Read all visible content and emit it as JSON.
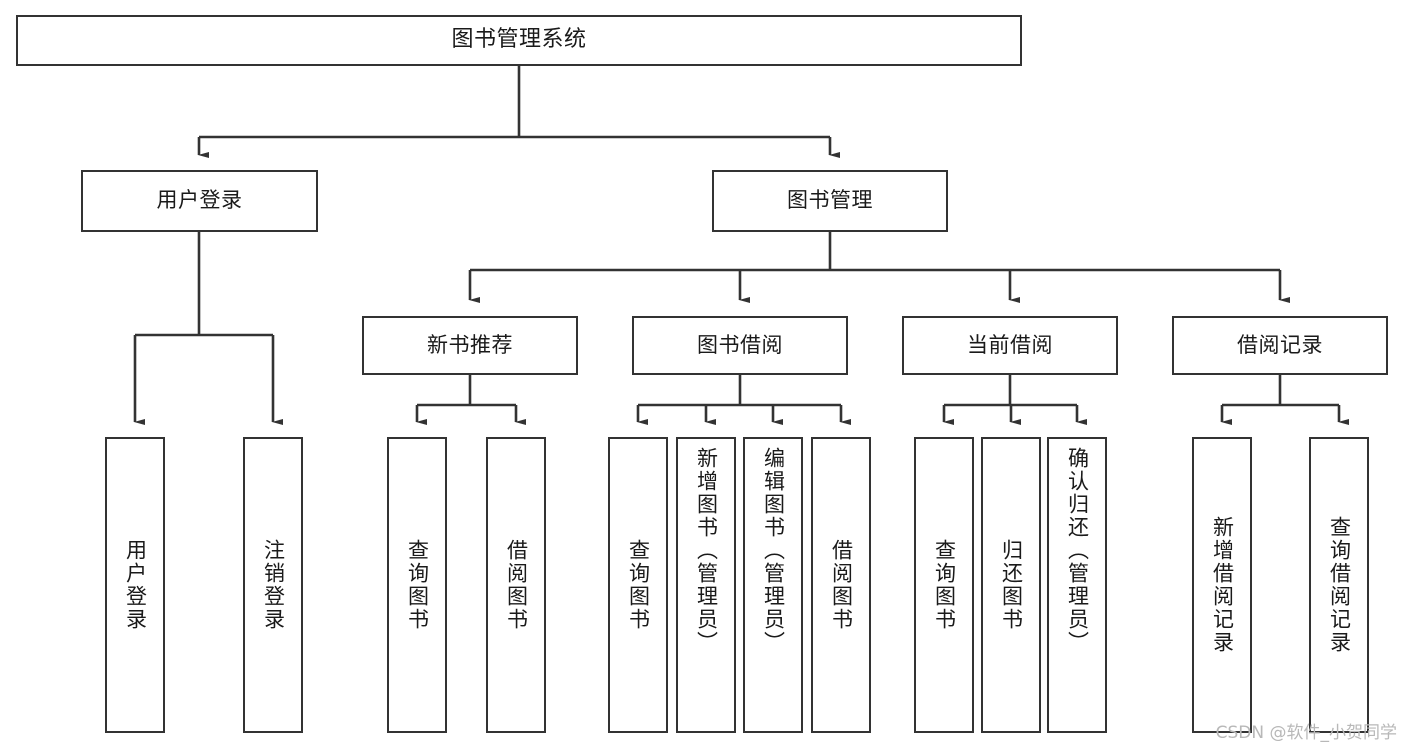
{
  "diagram": {
    "type": "tree",
    "title": "图书管理系统",
    "watermark": "CSDN @软件_小贺同学",
    "colors": {
      "box_border": "#333333",
      "box_fill": "#ffffff",
      "edge": "#333333",
      "text": "#1a1a1a",
      "watermark": "#b8b8b8"
    },
    "nodes": {
      "root": {
        "label": "图书管理系统"
      },
      "level2": [
        {
          "id": "user-login",
          "label": "用户登录"
        },
        {
          "id": "book-manage",
          "label": "图书管理"
        }
      ],
      "level3": [
        {
          "id": "new-book-recommend",
          "label": "新书推荐"
        },
        {
          "id": "book-borrow",
          "label": "图书借阅"
        },
        {
          "id": "current-borrow",
          "label": "当前借阅"
        },
        {
          "id": "borrow-record",
          "label": "借阅记录"
        }
      ],
      "leaves": {
        "user_login": [
          {
            "id": "leaf-user-login",
            "label": "用户登录"
          },
          {
            "id": "leaf-logout-login",
            "label": "注销登录"
          }
        ],
        "new_book_recommend": [
          {
            "id": "leaf-query-book-1",
            "label": "查询图书"
          },
          {
            "id": "leaf-borrow-book-1",
            "label": "借阅图书"
          }
        ],
        "book_borrow": [
          {
            "id": "leaf-query-book-2",
            "label": "查询图书"
          },
          {
            "id": "leaf-add-book",
            "label": "新增图书（管理员）"
          },
          {
            "id": "leaf-edit-book",
            "label": "编辑图书（管理员）"
          },
          {
            "id": "leaf-borrow-book-2",
            "label": "借阅图书"
          }
        ],
        "current_borrow": [
          {
            "id": "leaf-query-book-3",
            "label": "查询图书"
          },
          {
            "id": "leaf-return-book",
            "label": "归还图书"
          },
          {
            "id": "leaf-confirm-return",
            "label": "确认归还（管理员）"
          }
        ],
        "borrow_record": [
          {
            "id": "leaf-add-record",
            "label": "新增借阅记录"
          },
          {
            "id": "leaf-query-record",
            "label": "查询借阅记录"
          }
        ]
      }
    }
  }
}
